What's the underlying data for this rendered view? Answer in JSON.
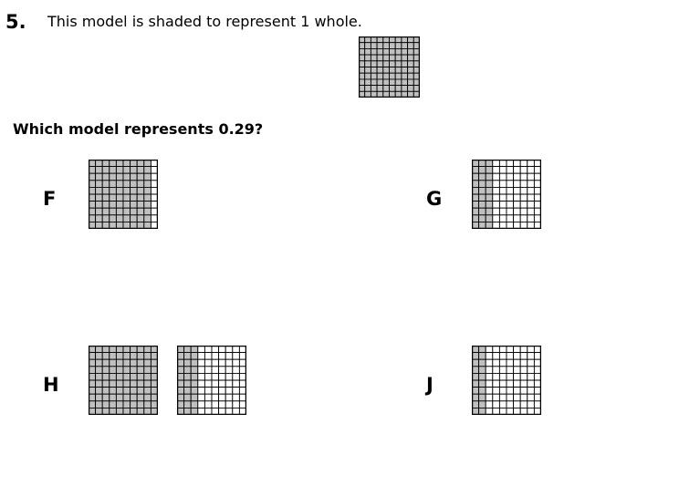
{
  "question": {
    "number": "5.",
    "text": "This model is shaded to represent 1 whole.",
    "prompt": "Which model represents 0.29?"
  },
  "colors": {
    "shade": "#c0c0c0",
    "grid_line": "#000000",
    "background": "#ffffff"
  },
  "whole_model": {
    "rows": 10,
    "cols": 10,
    "shaded_count": 100
  },
  "options": [
    {
      "letter": "F",
      "models": [
        {
          "rows": 10,
          "cols": 10,
          "shaded_count": 90
        }
      ]
    },
    {
      "letter": "G",
      "models": [
        {
          "rows": 10,
          "cols": 10,
          "shaded_count": 30
        }
      ]
    },
    {
      "letter": "H",
      "models": [
        {
          "rows": 10,
          "cols": 10,
          "shaded_count": 100
        },
        {
          "rows": 10,
          "cols": 10,
          "shaded_count": 30
        }
      ]
    },
    {
      "letter": "J",
      "models": [
        {
          "rows": 10,
          "cols": 10,
          "shaded_count": 20
        }
      ]
    }
  ]
}
